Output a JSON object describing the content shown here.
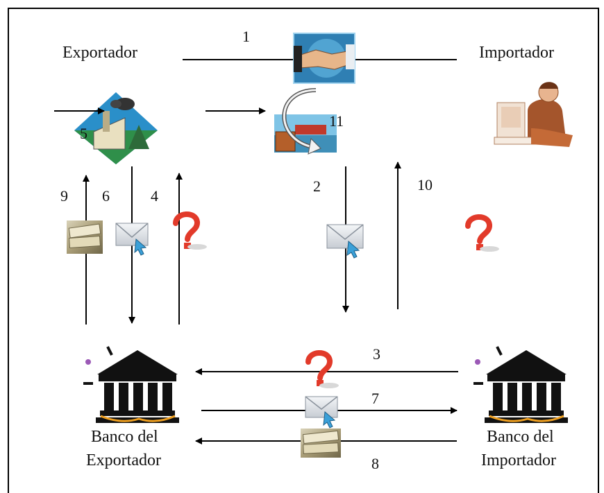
{
  "parties": {
    "exporter": "Exportador",
    "importer": "Importador"
  },
  "banks": {
    "exporter_bank_line1": "Banco del",
    "exporter_bank_line2": "Exportador",
    "importer_bank_line1": "Banco del",
    "importer_bank_line2": "Importador"
  },
  "steps": {
    "s1": "1",
    "s2": "2",
    "s3": "3",
    "s4": "4",
    "s5": "5",
    "s6": "6",
    "s7": "7",
    "s8": "8",
    "s9": "9",
    "s10": "10",
    "s11": "11"
  },
  "icons": {
    "handshake": "handshake-icon",
    "factory": "factory-icon",
    "ship": "ship-loading-icon",
    "person": "person-at-computer-icon",
    "bank": "bank-building-icon",
    "letter": "envelope-icon",
    "question": "question-mark-icon",
    "money": "money-bills-icon"
  },
  "colors": {
    "line": "#000000",
    "question_red": "#e23a2a",
    "factory_blue": "#2a8fc9",
    "factory_green": "#2f8f4a",
    "handshake_bg": "#2f7fb3"
  }
}
